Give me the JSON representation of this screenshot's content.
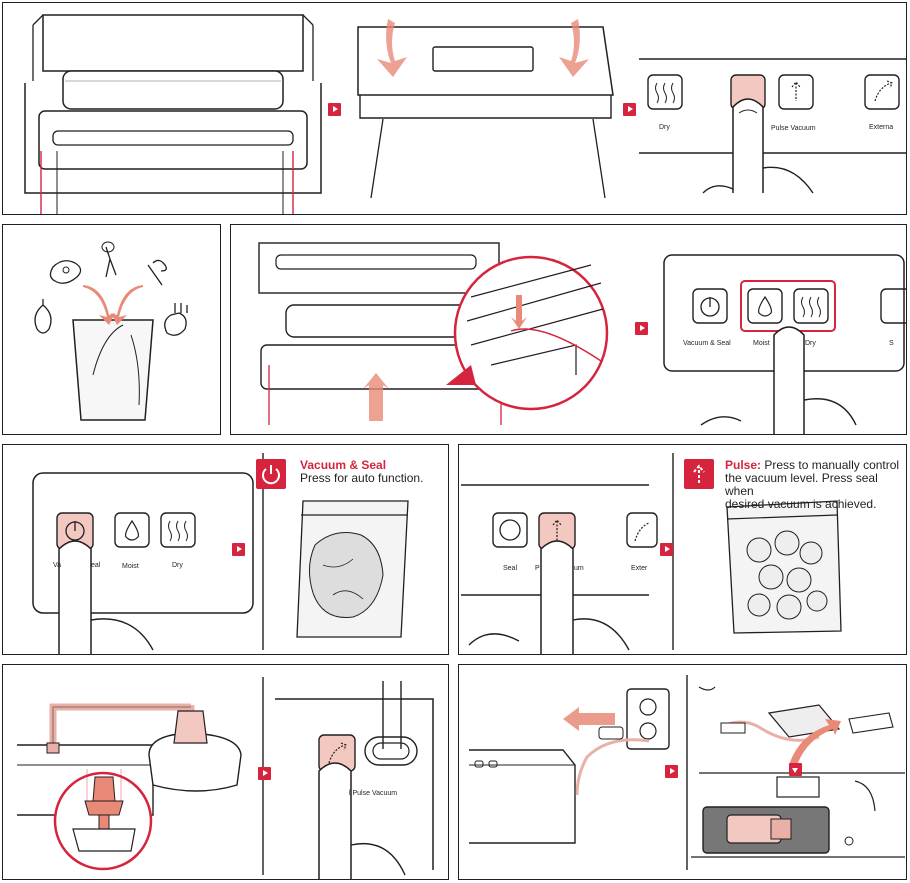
{
  "brand": {
    "accent": "#d6243e",
    "pink": "#f3c8c0",
    "line": "#231f20"
  },
  "panel1": {
    "buttons": [
      "Dry",
      "Pulse Vacuum",
      "Externa"
    ]
  },
  "panel4": {
    "buttons": [
      "Vacuum & Seal",
      "Moist",
      "Dry",
      "S"
    ]
  },
  "panel5": {
    "buttons": [
      "Va",
      "eal",
      "Moist",
      "Dry"
    ],
    "title": "Vacuum & Seal",
    "desc": "Press for auto function."
  },
  "panel6": {
    "buttons": [
      "Seal",
      "P",
      "um",
      "Exter"
    ],
    "title": "Pulse:",
    "desc_line1": "Press to manually control",
    "desc_line2": "the vacuum level. Press seal when",
    "desc_line3": "desired vacuum is achieved."
  },
  "panel7": {
    "button": "l Pulse Vacuum"
  },
  "icons": {
    "power": "power-icon",
    "pulse": "pulse-icon",
    "arrow": "step-arrow-icon"
  }
}
